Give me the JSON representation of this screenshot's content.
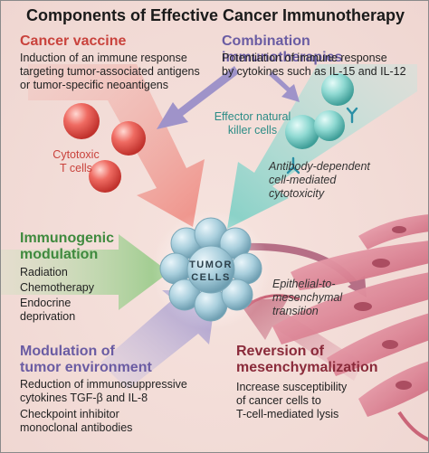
{
  "title": "Components of Effective Cancer Immunotherapy",
  "center": {
    "line1": "TUMOR",
    "line2": "CELLS"
  },
  "cancer_vaccine": {
    "heading": "Cancer vaccine",
    "line1": "Induction of an immune response",
    "line2": "targeting tumor-associated antigens",
    "line3": "or tumor-specific neoantigens",
    "cell_label1": "Cytotoxic",
    "cell_label2": "T cells"
  },
  "combination": {
    "heading": "Combination immunotherapies",
    "line1": "Potentiation of immune response",
    "line2": "by cytokines such as IL-15 and IL-12",
    "cell_label1": "Effector natural",
    "cell_label2": "killer cells",
    "adcc1": "Antibody-dependent",
    "adcc2": "cell-mediated",
    "adcc3": "cytotoxicity"
  },
  "immunogenic": {
    "heading1": "Immunogenic",
    "heading2": "modulation",
    "items": [
      "Radiation",
      "Chemotherapy",
      "Endocrine",
      "deprivation"
    ]
  },
  "emt": {
    "line1": "Epithelial-to-",
    "line2": "mesenchymal",
    "line3": "transition"
  },
  "tumor_env": {
    "heading1": "Modulation of",
    "heading2": "tumor environment",
    "line1": "Reduction of immunosuppressive",
    "line2": "cytokines TGF-β and IL-8",
    "line3": "Checkpoint inhibitor",
    "line4": "monoclonal antibodies"
  },
  "reversion": {
    "heading1": "Reversion of",
    "heading2": "mesenchymalization",
    "line1": "Increase susceptibility",
    "line2": "of cancer cells to",
    "line3": "T-cell-mediated lysis"
  },
  "colors": {
    "vaccine": "#c9423c",
    "combination": "#6a5ca3",
    "immunogenic": "#3f8a3e",
    "reversion": "#8a2a3a",
    "tumor": "#9fc6d6"
  }
}
